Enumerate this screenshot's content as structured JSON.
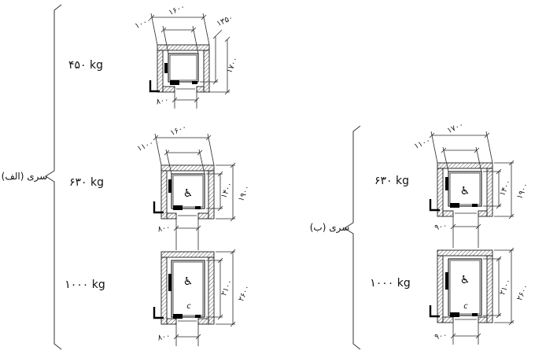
{
  "series_a": {
    "label": "سری (الف)",
    "d450": {
      "weight": "۴۵۰ kg",
      "shaft_width": "۱۶۰۰",
      "car_width": "۱۰۰۰",
      "car_depth": "۱۳۵۰",
      "shaft_depth": "۱۷۰۰",
      "door_width": "۸۰۰"
    },
    "d630": {
      "weight": "۶۳۰ kg",
      "shaft_width": "۱۶۰۰",
      "car_width": "۱۱۰۰",
      "car_depth": "۱۴۰۰",
      "shaft_depth": "۱۹۰۰",
      "door_width": "۸۰۰"
    },
    "d1000": {
      "weight": "۱۰۰۰ kg",
      "car_letter": "c",
      "car_depth": "۲۱۰۰",
      "shaft_depth": "۲۶۰۰",
      "door_width": "۸۰۰"
    }
  },
  "series_b": {
    "label": "سری (ب)",
    "d630": {
      "weight": "۶۳۰ kg",
      "shaft_width": "۱۷۰۰",
      "car_width": "۱۱۰۰",
      "car_depth": "۱۴۰۰",
      "shaft_depth": "۱۹۰۰",
      "door_width": "۹۰۰"
    },
    "d1000": {
      "weight": "۱۰۰۰ kg",
      "car_letter": "c",
      "car_depth": "۲۱۰۰",
      "shaft_depth": "۲۶۰۰",
      "door_width": "۹۰۰"
    }
  },
  "symbols": {
    "wheelchair": "♿"
  }
}
